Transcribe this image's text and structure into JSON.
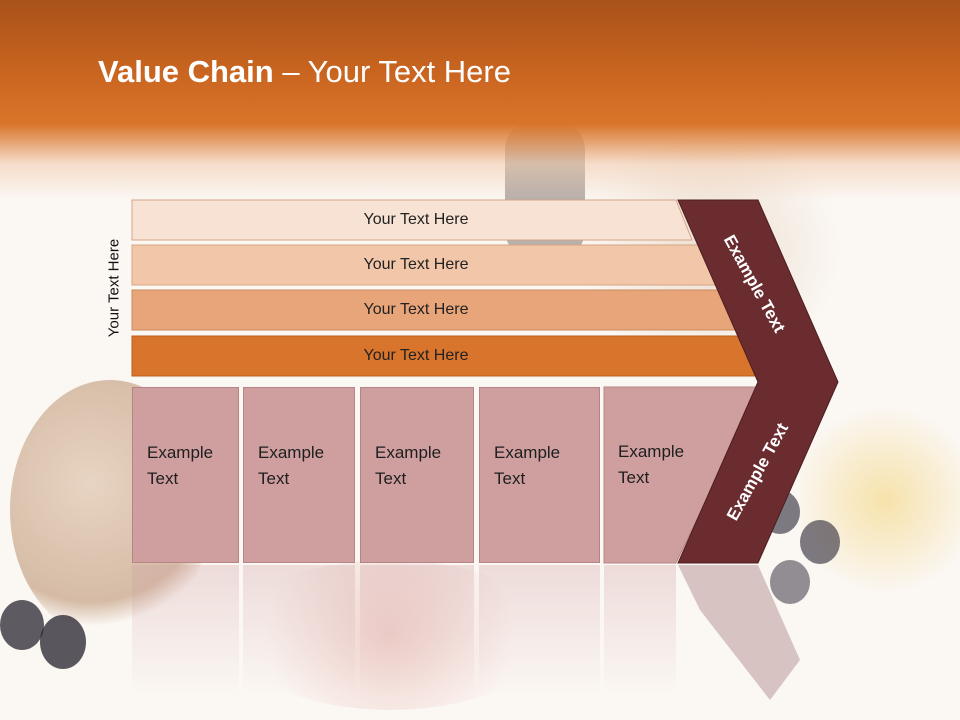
{
  "slide": {
    "title_bold": "Value Chain",
    "title_rest": " – Your Text Here",
    "side_label": "Your Text Here",
    "rows": [
      {
        "label": "Your Text Here",
        "color": "#f7e2d4"
      },
      {
        "label": "Your Text Here",
        "color": "#f2c7a9"
      },
      {
        "label": "Your Text Here",
        "color": "#e9a57a"
      },
      {
        "label": "Your Text Here",
        "color": "#d8742c"
      }
    ],
    "columns": [
      {
        "line1": "Example",
        "line2": "Text"
      },
      {
        "line1": "Example",
        "line2": "Text"
      },
      {
        "line1": "Example",
        "line2": "Text"
      },
      {
        "line1": "Example",
        "line2": "Text"
      },
      {
        "line1": "Example",
        "line2": "Text"
      }
    ],
    "chevron_top_label": "Example Text",
    "chevron_bottom_label": "Example Text",
    "colors": {
      "header": "#c8641f",
      "chevron": "#6a2c2f",
      "column_fill": "#cf9fa0"
    }
  }
}
